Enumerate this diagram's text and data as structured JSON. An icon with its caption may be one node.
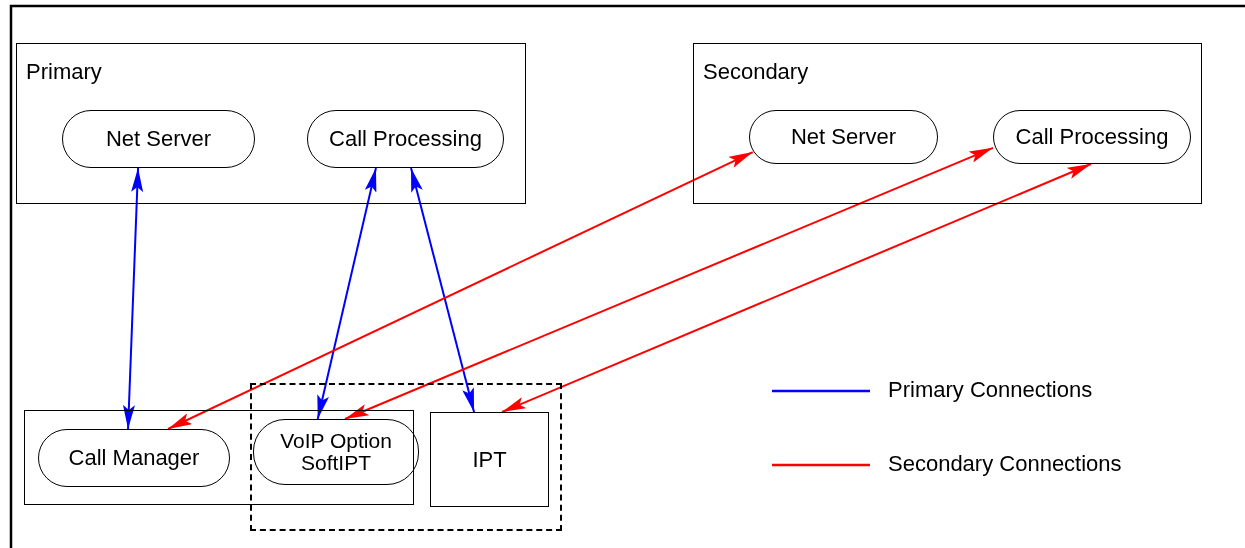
{
  "diagram": {
    "nodes": [
      {
        "text": [
          "Primary"
        ]
      },
      {
        "text": [
          "Net Server"
        ],
        "in": 0
      },
      {
        "text": [
          "Call Processing"
        ],
        "in": 0
      },
      {
        "text": [
          "Secondary"
        ]
      },
      {
        "text": [
          "Net Server"
        ],
        "in": 3
      },
      {
        "text": [
          "Call Processing"
        ],
        "in": 3
      },
      {
        "text": [],
        "shape": "box"
      },
      {
        "text": [
          "Call Manager"
        ],
        "in": 6
      },
      {
        "text": [],
        "shape": "box"
      },
      {
        "text": [
          "VoIP Option SoftIPT"
        ]
      },
      {
        "text": [
          "IPT"
        ],
        "in": 8
      }
    ],
    "edges": [
      {
        "from": 1,
        "to": 7,
        "arrow": "both",
        "color": "#0000ff"
      },
      {
        "from": 2,
        "to": 9,
        "arrow": "both",
        "color": "#0000ff"
      },
      {
        "from": 2,
        "to": 10,
        "arrow": "both",
        "color": "#0000ff"
      },
      {
        "from": 7,
        "to": 4,
        "arrow": "both",
        "color": "#ff0000"
      },
      {
        "from": 9,
        "to": 5,
        "arrow": "both",
        "color": "#ff0000"
      },
      {
        "from": 10,
        "to": 5,
        "arrow": "both",
        "color": "#ff0000"
      }
    ],
    "legend": [
      {
        "text": "Primary Connections"
      },
      {
        "text": "Secondary Connections"
      }
    ]
  }
}
